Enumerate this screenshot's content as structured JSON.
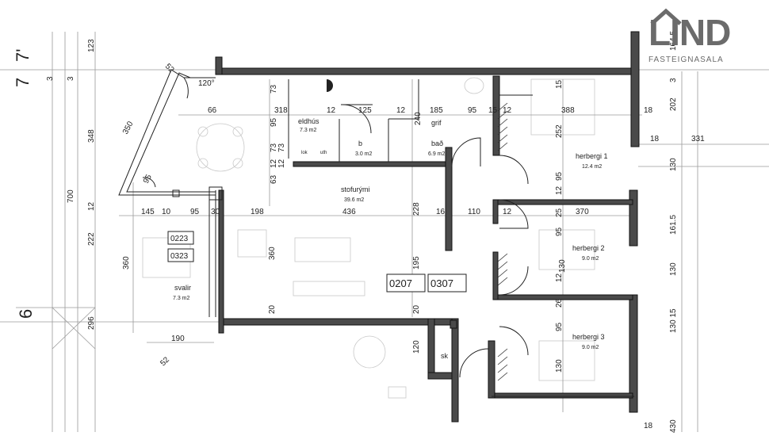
{
  "logo": {
    "word": "LIND",
    "subtitle": "FASTEIGNASALA"
  },
  "grid_axes": {
    "top": "7",
    "top_prime": "7'",
    "left": "6"
  },
  "unit_numbers": {
    "a": "0207",
    "b": "0307",
    "c": "0223",
    "d": "0323"
  },
  "rooms": {
    "eldhus": {
      "name": "eldhús",
      "area": "7.3 m2"
    },
    "b": {
      "name": "b",
      "area": "3.0 m2"
    },
    "bad": {
      "name": "bað",
      "area": "6.9 m2"
    },
    "stofa": {
      "name": "stofurými",
      "area": "39.6 m2"
    },
    "herb1": {
      "name": "herbergi 1",
      "area": "12.4 m2"
    },
    "herb2": {
      "name": "herbergi 2",
      "area": "9.0 m2"
    },
    "herb3": {
      "name": "herbergi 3",
      "area": "9.0 m2"
    },
    "svalir": {
      "name": "svalir",
      "area": "7.3 m2"
    },
    "sk": {
      "name": "sk"
    },
    "grif": {
      "name": "grif"
    },
    "lok": "lok",
    "uth": "uth"
  },
  "angle": "120°",
  "dimensions": {
    "h1": [
      "66",
      "318",
      "12",
      "125",
      "12",
      "185",
      "95",
      "15",
      "12",
      "388",
      "18"
    ],
    "h2": [
      "145",
      "10",
      "95",
      "30",
      "198",
      "436",
      "16",
      "110",
      "12",
      "370"
    ],
    "h3": "190",
    "right_h": "331",
    "diag": [
      "350",
      "95",
      "52",
      "52"
    ],
    "left_v": [
      "123",
      "3",
      "3",
      "348",
      "700",
      "12",
      "222",
      "360",
      "296"
    ],
    "inner_v": [
      "73",
      "95",
      "12",
      "73",
      "63",
      "12",
      "73",
      "240",
      "228",
      "360",
      "195",
      "20",
      "20",
      "120"
    ],
    "right_v": [
      "15",
      "252",
      "95",
      "12",
      "95",
      "25",
      "12",
      "130",
      "26",
      "95",
      "130",
      "202",
      "18",
      "130",
      "161.5",
      "130",
      "130 15",
      "430",
      "18",
      "3",
      "164.5"
    ]
  }
}
